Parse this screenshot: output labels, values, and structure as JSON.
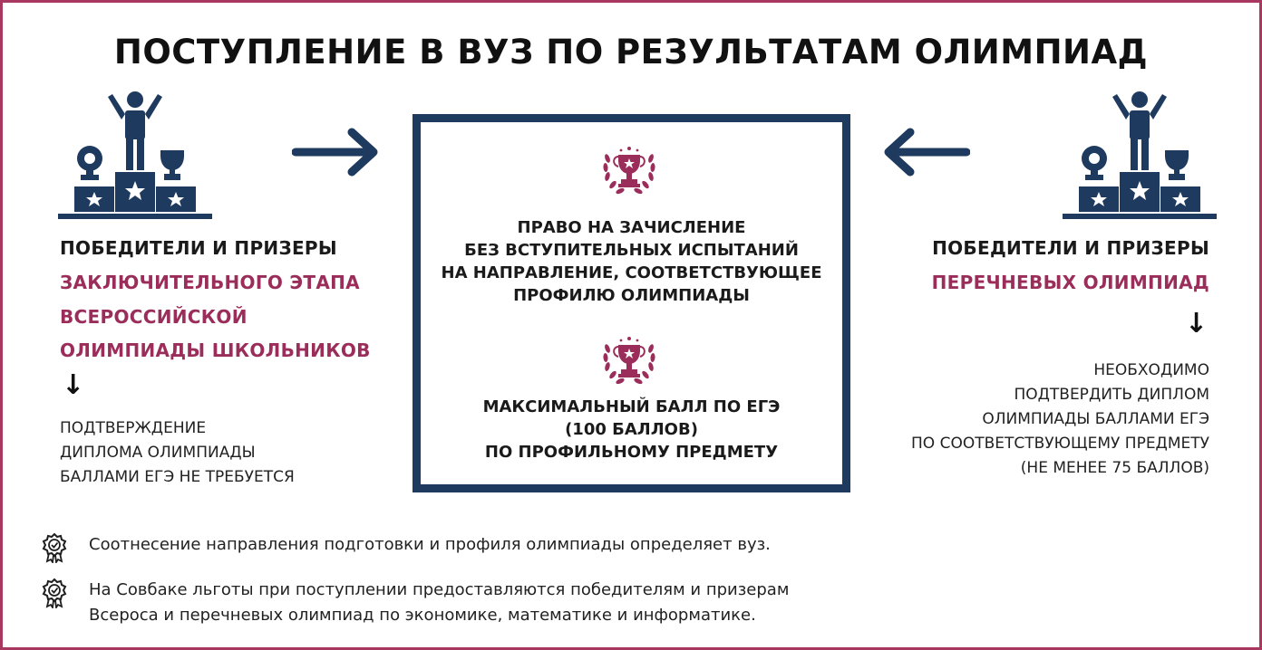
{
  "title": "ПОСТУПЛЕНИЕ В ВУЗ ПО РЕЗУЛЬТАТАМ ОЛИМПИАД",
  "colors": {
    "navy": "#1e3a5f",
    "accent": "#9b2d5a",
    "frame": "#a8385f"
  },
  "icons": {
    "podium": "podium-winner-icon",
    "arrow_right": "arrow-right-icon",
    "arrow_left": "arrow-left-icon",
    "laurel_cup": "laurel-trophy-icon",
    "rosette": "rosette-check-icon"
  },
  "left": {
    "heading": "ПОБЕДИТЕЛИ И ПРИЗЕРЫ",
    "accent_lines": [
      "ЗАКЛЮЧИТЕЛЬНОГО ЭТАПА",
      "ВСЕРОССИЙСКОЙ",
      "ОЛИМПИАДЫ ШКОЛЬНИКОВ"
    ],
    "arrow": "↓",
    "note_lines": [
      "ПОДТВЕРЖДЕНИЕ",
      "ДИПЛОМА ОЛИМПИАДЫ",
      "БАЛЛАМИ ЕГЭ НЕ ТРЕБУЕТСЯ"
    ]
  },
  "center": {
    "block1_lines": [
      "ПРАВО НА ЗАЧИСЛЕНИЕ",
      "БЕЗ ВСТУПИТЕЛЬНЫХ ИСПЫТАНИЙ",
      "НА НАПРАВЛЕНИЕ, СООТВЕТСТВУЮЩЕЕ",
      "ПРОФИЛЮ ОЛИМПИАДЫ"
    ],
    "block2_lines": [
      "МАКСИМАЛЬНЫЙ БАЛЛ ПО ЕГЭ",
      "(100 БАЛЛОВ)",
      "ПО ПРОФИЛЬНОМУ ПРЕДМЕТУ"
    ]
  },
  "right": {
    "heading": "ПОБЕДИТЕЛИ И ПРИЗЕРЫ",
    "accent_line": "ПЕРЕЧНЕВЫХ ОЛИМПИАД",
    "arrow": "↓",
    "note_lines": [
      "НЕОБХОДИМО",
      "ПОДТВЕРДИТЬ ДИПЛОМ",
      "ОЛИМПИАДЫ БАЛЛАМИ ЕГЭ",
      "ПО СООТВЕТСТВУЮЩЕМУ ПРЕДМЕТУ",
      "(НЕ МЕНЕЕ 75 БАЛЛОВ)"
    ]
  },
  "footer": {
    "item1_lines": [
      "Соотнесение направления подготовки и профиля олимпиады определяет вуз."
    ],
    "item2_lines": [
      "На Совбаке льготы при поступлении предоставляются победителям и призерам",
      "Всероса и перечневых олимпиад по экономике, математике и информатике."
    ]
  }
}
